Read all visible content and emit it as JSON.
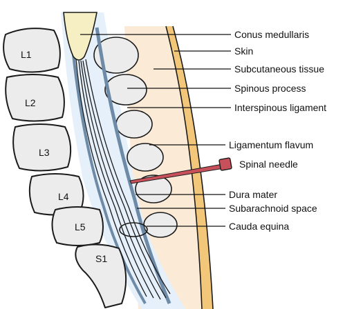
{
  "vertebrae": [
    "L1",
    "L2",
    "L3",
    "L4",
    "L5",
    "S1"
  ],
  "labels": {
    "conus_medullaris": "Conus medullaris",
    "skin": "Skin",
    "subcutaneous_tissue": "Subcutaneous tissue",
    "spinous_process": "Spinous process",
    "interspinous_ligament": "Interspinous ligament",
    "ligamentum_flavum": "Ligamentum flavum",
    "spinal_needle": "Spinal needle",
    "dura_mater": "Dura mater",
    "subarachnoid_space": "Subarachnoid space",
    "cauda_equina": "Cauda equina"
  },
  "colors": {
    "bone": "#ececec",
    "csf": "#e6f0fa",
    "tissue": "#fbead6",
    "skin": "#f3c77a",
    "cord": "#f7efc4",
    "needle": "#c8505a",
    "dura": "#6d8aa6",
    "outline": "#1a1a1a"
  }
}
